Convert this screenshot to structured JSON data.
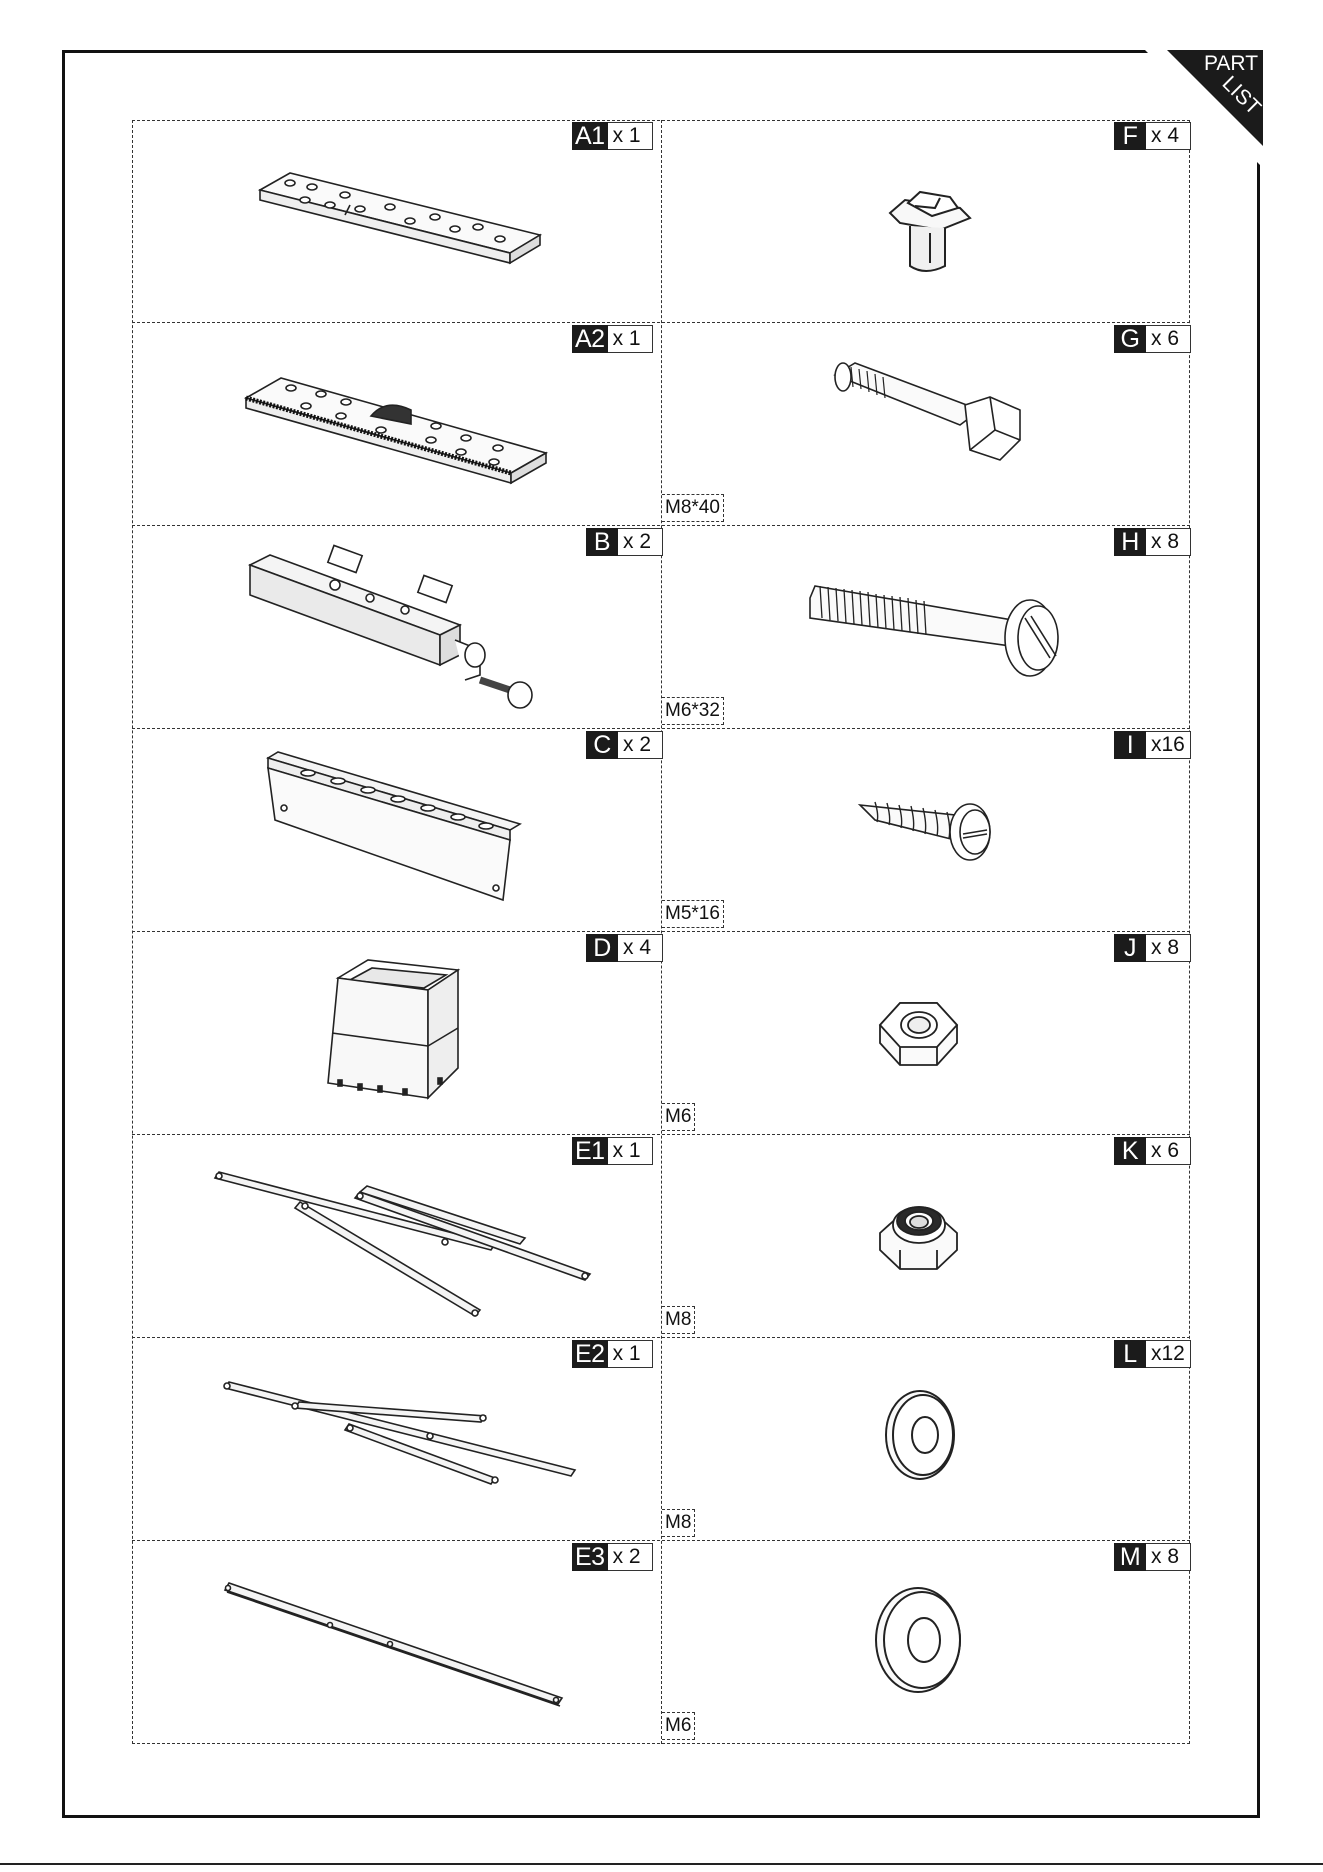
{
  "corner_label": {
    "line1": "PART",
    "line2": "LIST"
  },
  "colors": {
    "ink": "#111111",
    "tag_bg": "#1b1b1b",
    "paper": "#ffffff"
  },
  "parts_left": [
    {
      "code": "A1",
      "qty": "x 1",
      "icon": "wood-plank-icon"
    },
    {
      "code": "A2",
      "qty": "x 1",
      "icon": "scale-plank-icon"
    },
    {
      "code": "B",
      "qty": "x 2",
      "icon": "crank-clamp-icon"
    },
    {
      "code": "C",
      "qty": "x 2",
      "icon": "metal-bracket-icon"
    },
    {
      "code": "D",
      "qty": "x 4",
      "icon": "foot-cap-icon"
    },
    {
      "code": "E1",
      "qty": "x 1",
      "icon": "folding-leg-frame-icon"
    },
    {
      "code": "E2",
      "qty": "x 1",
      "icon": "folding-leg-frame-icon"
    },
    {
      "code": "E3",
      "qty": "x 2",
      "icon": "cross-bar-icon"
    }
  ],
  "parts_right": [
    {
      "code": "F",
      "qty": "x 4",
      "spec": "",
      "icon": "t-nut-icon"
    },
    {
      "code": "G",
      "qty": "x 6",
      "spec": "M8*40",
      "icon": "hex-bolt-icon"
    },
    {
      "code": "H",
      "qty": "x 8",
      "spec": "M6*32",
      "icon": "slotted-bolt-icon"
    },
    {
      "code": "I",
      "qty": "x16",
      "spec": "M5*16",
      "icon": "wood-screw-icon"
    },
    {
      "code": "J",
      "qty": "x 8",
      "spec": "M6",
      "icon": "hex-nut-icon"
    },
    {
      "code": "K",
      "qty": "x 6",
      "spec": "M8",
      "icon": "lock-nut-icon"
    },
    {
      "code": "L",
      "qty": "x12",
      "spec": "M8",
      "icon": "washer-icon"
    },
    {
      "code": "M",
      "qty": "x 8",
      "spec": "M6",
      "icon": "washer-icon"
    }
  ]
}
